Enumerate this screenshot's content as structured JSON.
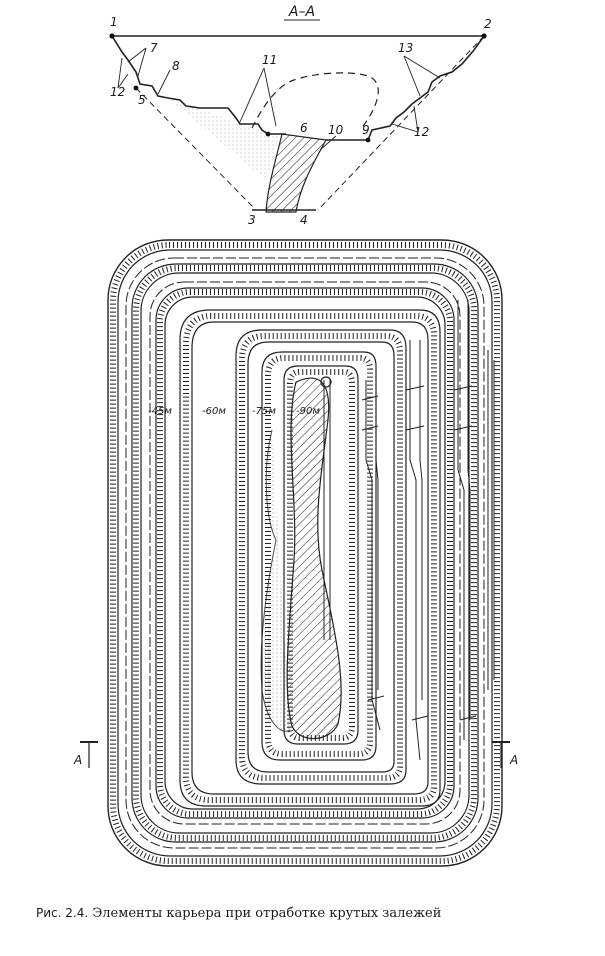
{
  "figure": {
    "section_title": "А–А",
    "point_labels": [
      "1",
      "2",
      "3",
      "4",
      "5",
      "6",
      "7",
      "8",
      "9",
      "10",
      "11",
      "12",
      "13",
      "12"
    ],
    "level_labels": [
      "-45м",
      "-60м",
      "-75м",
      "-90м"
    ],
    "section_markers": [
      "А",
      "А"
    ]
  },
  "caption": {
    "prefix": "Рис. 2.4.",
    "text": "Элементы карьера при отработке крутых залежей"
  }
}
